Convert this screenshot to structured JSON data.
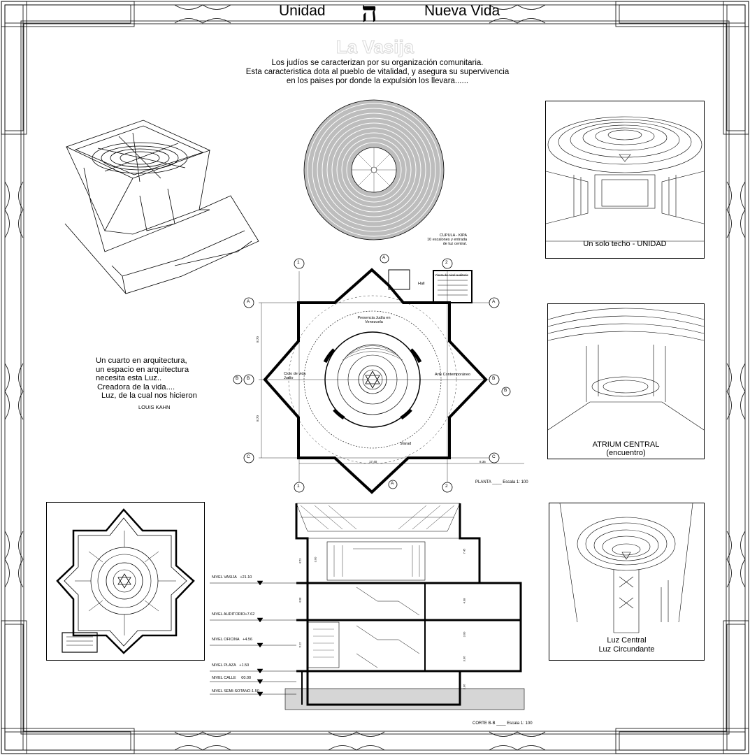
{
  "header": {
    "left_word": "Unidad",
    "hebrew_letter": "ה",
    "right_word": "Nueva Vida",
    "ghost_title": "La Vasija"
  },
  "intro": {
    "lines": [
      "Los judíos se caracterizan por su organización comunitaria.",
      "Esta caracteristica dota al pueblo de vitalidad, y asegura su supervivencia",
      "en los paises por donde la expulsión los llevara......"
    ]
  },
  "dome": {
    "caption_lines": [
      "CUPULA - KIPA",
      "10 escalones y entrada",
      "de luz central."
    ]
  },
  "quote": {
    "lines": [
      "Un cuarto en arquitectura,",
      "un espacio en arquitectura",
      "necesita esta Luz..",
      "Creadora de la vida....",
      "Luz, de la cual nos hicieron"
    ],
    "author": "LOUIS KAHN"
  },
  "plan": {
    "grid_numbers": [
      "1",
      "2"
    ],
    "grid_letters": [
      "A",
      "B",
      "C"
    ],
    "rooms": {
      "hall": "Hall",
      "viewpoint": "Visera de nivel auditorio",
      "presence": "Presencia  Judía en Venezuela",
      "cycle": "Ciclo de vida Judío",
      "art": "Arte Contemporáneo",
      "sefarad": "Sfarad"
    },
    "dims": [
      "8.70",
      "8.70",
      "17.40",
      "8.35"
    ],
    "caption": "PLANTA ____  Escala  1: 100"
  },
  "section": {
    "levels": [
      {
        "name": "NIVEL VASIJA",
        "value": "+21.10"
      },
      {
        "name": "NIVEL AUDITORIO",
        "value": "+7.62"
      },
      {
        "name": "NIVEL OFICINA",
        "value": "+4.56"
      },
      {
        "name": "NIVEL PLAZA",
        "value": "+1.50"
      },
      {
        "name": "NIVEL CALLE",
        "value": "00.00"
      },
      {
        "name": "NIVEL SEMI-SOTANO",
        "value": "-1.50"
      }
    ],
    "dims": [
      "4.53",
      "3.00",
      "4.08",
      "6.12",
      "7.45",
      "4.08",
      "3.00",
      "3.06",
      "3.06"
    ],
    "caption": "CORTE B-B  ____  Escala  1: 100"
  },
  "views": {
    "top_caption": "Un solo techo - UNIDAD",
    "middle_caption_1": "ATRIUM CENTRAL",
    "middle_caption_2": "(encuentro)",
    "bottom_caption_1": "Luz Central",
    "bottom_caption_2": "Luz Circundante"
  }
}
